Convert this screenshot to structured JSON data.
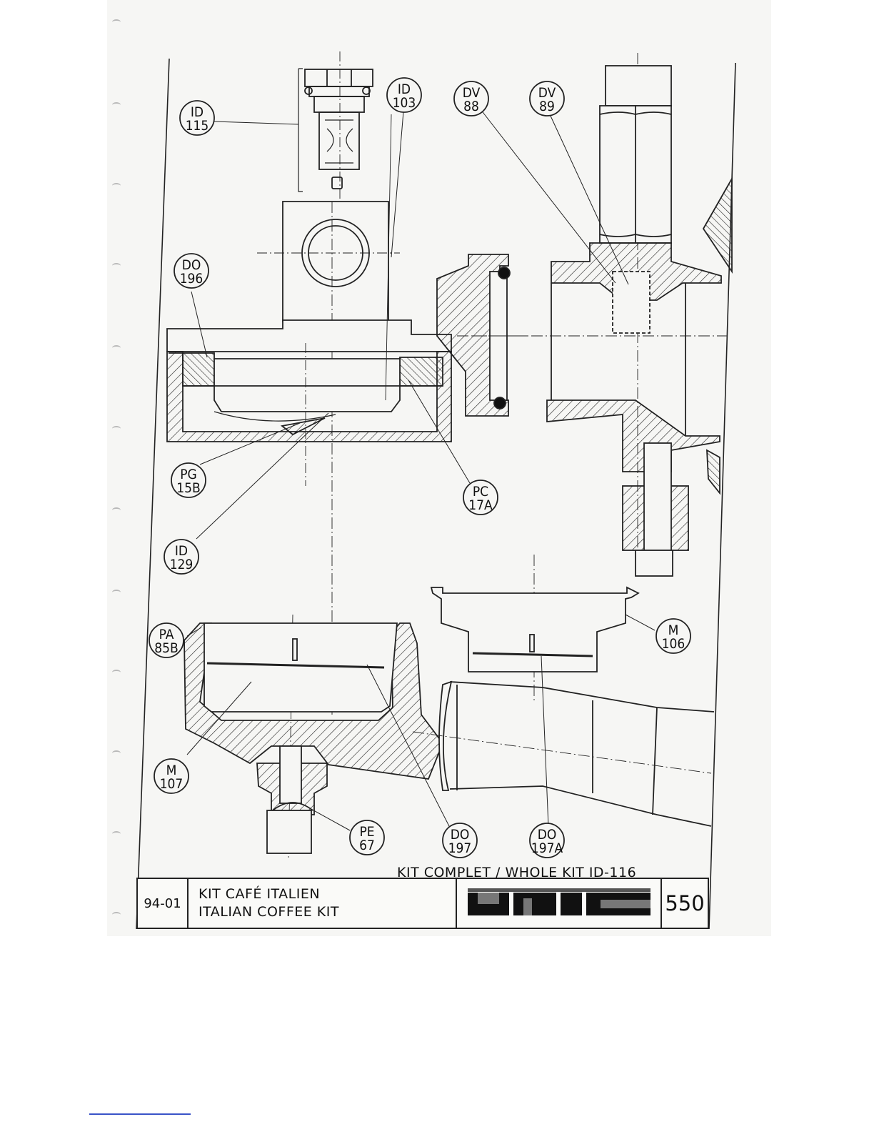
{
  "whole_kit_note": "KIT COMPLET / WHOLE KIT ID-116",
  "title_block": {
    "date_code": "94-01",
    "title_fr": "KIT CAFÉ ITALIEN",
    "title_en": "ITALIAN COFFEE KIT",
    "logo": "UNIC",
    "page_number": "550"
  },
  "callouts": [
    {
      "line1": "ID",
      "line2": "115"
    },
    {
      "line1": "ID",
      "line2": "103"
    },
    {
      "line1": "DV",
      "line2": "88"
    },
    {
      "line1": "DV",
      "line2": "89"
    },
    {
      "line1": "DO",
      "line2": "196"
    },
    {
      "line1": "PG",
      "line2": "15B"
    },
    {
      "line1": "PC",
      "line2": "17A"
    },
    {
      "line1": "ID",
      "line2": "129"
    },
    {
      "line1": "M",
      "line2": "106"
    },
    {
      "line1": "PA",
      "line2": "85B"
    },
    {
      "line1": "M",
      "line2": "107"
    },
    {
      "line1": "PE",
      "line2": "67"
    },
    {
      "line1": "DO",
      "line2": "197"
    },
    {
      "line1": "DO",
      "line2": "197A"
    }
  ]
}
